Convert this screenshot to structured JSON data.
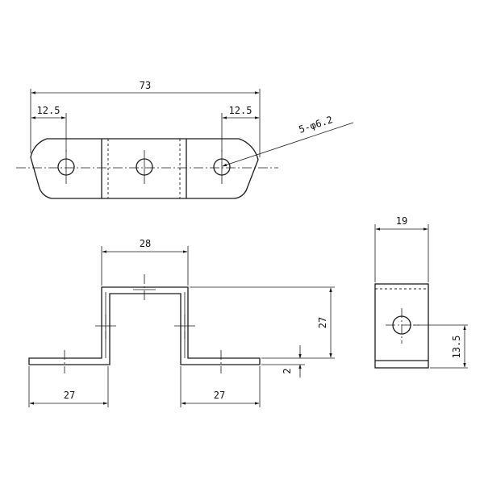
{
  "top_view": {
    "overall_length": "73",
    "left_offset": "12.5",
    "right_offset": "12.5",
    "hole_callout": "5-φ6.2"
  },
  "front_view": {
    "top_width": "28",
    "height": "27",
    "left_flange": "27",
    "right_flange": "27",
    "thickness": "2"
  },
  "side_view": {
    "width": "19",
    "hole_height": "13.5"
  }
}
